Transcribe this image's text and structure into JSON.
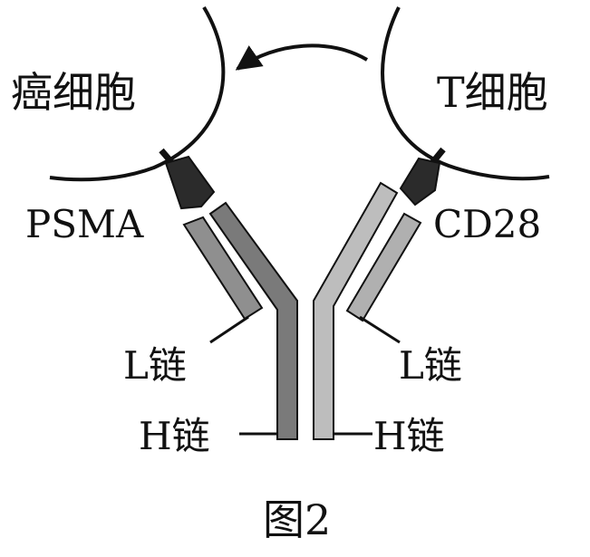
{
  "labels": {
    "cancer_cell": "癌细胞",
    "t_cell": "T细胞",
    "psma": "PSMA",
    "cd28": "CD28",
    "l_chain_left": "L链",
    "l_chain_right": "L链",
    "h_chain_left": "H链",
    "h_chain_right": "H链",
    "caption": "图2"
  },
  "colors": {
    "outline": "#111111",
    "receptor": "#2b2b2b",
    "left_heavy_chain": "#7a7a7a",
    "left_light_chain": "#8f8f8f",
    "right_heavy_chain": "#bdbdbd",
    "right_light_chain": "#b0b0b0"
  }
}
